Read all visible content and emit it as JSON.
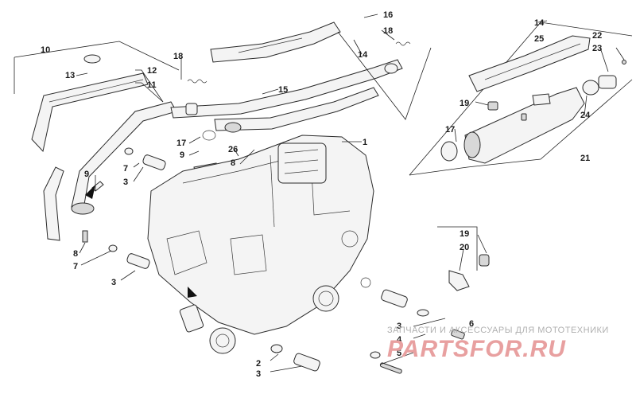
{
  "callouts": [
    {
      "id": "c1",
      "text": "1"
    },
    {
      "id": "c2",
      "text": "2"
    },
    {
      "id": "c3a",
      "text": "3"
    },
    {
      "id": "c3b",
      "text": "3"
    },
    {
      "id": "c3c",
      "text": "3"
    },
    {
      "id": "c3d",
      "text": "3"
    },
    {
      "id": "c4",
      "text": "4"
    },
    {
      "id": "c5",
      "text": "5"
    },
    {
      "id": "c6",
      "text": "6"
    },
    {
      "id": "c7a",
      "text": "7"
    },
    {
      "id": "c7b",
      "text": "7"
    },
    {
      "id": "c8a",
      "text": "8"
    },
    {
      "id": "c8b",
      "text": "8"
    },
    {
      "id": "c9a",
      "text": "9"
    },
    {
      "id": "c9b",
      "text": "9"
    },
    {
      "id": "c10",
      "text": "10"
    },
    {
      "id": "c11",
      "text": "11"
    },
    {
      "id": "c12",
      "text": "12"
    },
    {
      "id": "c13",
      "text": "13"
    },
    {
      "id": "c14a",
      "text": "14"
    },
    {
      "id": "c14b",
      "text": "14"
    },
    {
      "id": "c15",
      "text": "15"
    },
    {
      "id": "c16",
      "text": "16"
    },
    {
      "id": "c17a",
      "text": "17"
    },
    {
      "id": "c17b",
      "text": "17"
    },
    {
      "id": "c18a",
      "text": "18"
    },
    {
      "id": "c18b",
      "text": "18"
    },
    {
      "id": "c19a",
      "text": "19"
    },
    {
      "id": "c19b",
      "text": "19"
    },
    {
      "id": "c20",
      "text": "20"
    },
    {
      "id": "c21",
      "text": "21"
    },
    {
      "id": "c22",
      "text": "22"
    },
    {
      "id": "c23",
      "text": "23"
    },
    {
      "id": "c24",
      "text": "24"
    },
    {
      "id": "c25",
      "text": "25"
    },
    {
      "id": "c26",
      "text": "26"
    }
  ],
  "watermark": {
    "tagline": "ЗАПЧАСТИ И АКСЕССУАРЫ ДЛЯ МОТОТЕХНИКИ",
    "logo": "PARTSFOR.RU"
  },
  "colors": {
    "line": "#2a2a2a",
    "fill": "#f4f4f4",
    "watermark_logo": "#e8a0a0",
    "watermark_text": "#b0b0b0"
  }
}
